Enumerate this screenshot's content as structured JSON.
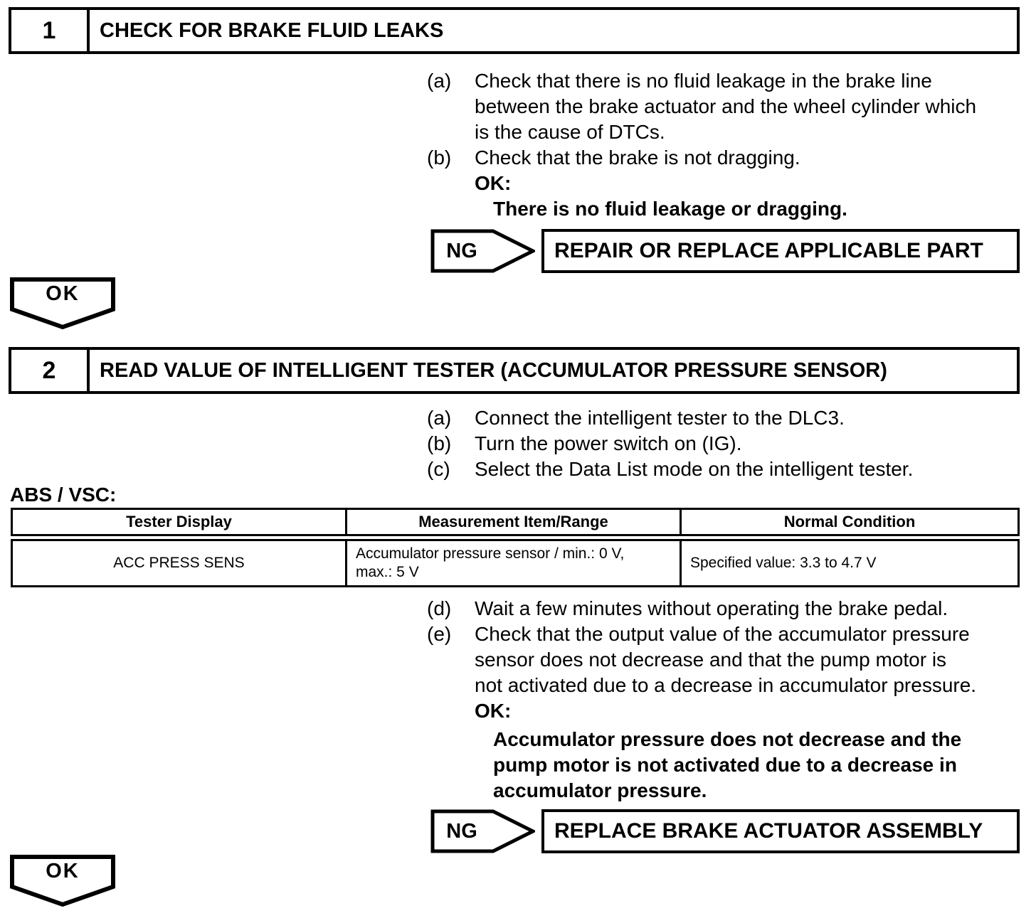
{
  "step1": {
    "number": "1",
    "title": "CHECK FOR BRAKE FLUID LEAKS",
    "items": [
      {
        "marker": "(a)",
        "text": "Check that there is no fluid leakage in the brake line\nbetween the brake actuator and the wheel cylinder which\nis the cause of DTCs."
      },
      {
        "marker": "(b)",
        "text": "Check that the brake is not dragging."
      }
    ],
    "ok_heading": "OK:",
    "ok_condition": "There is no fluid leakage or dragging.",
    "ng": {
      "label": "NG",
      "action": "REPAIR OR REPLACE APPLICABLE PART"
    },
    "ok_arrow_label": "OK"
  },
  "step2": {
    "number": "2",
    "title": "READ VALUE OF INTELLIGENT TESTER (ACCUMULATOR PRESSURE SENSOR)",
    "items_pre": [
      {
        "marker": "(a)",
        "text": "Connect the intelligent tester to the DLC3."
      },
      {
        "marker": "(b)",
        "text": "Turn the power switch on (IG)."
      },
      {
        "marker": "(c)",
        "text": "Select the Data List mode on the intelligent tester."
      }
    ],
    "system_label": "ABS / VSC:",
    "table": {
      "headers": [
        "Tester Display",
        "Measurement Item/Range",
        "Normal Condition"
      ],
      "row": {
        "tester_display": "ACC PRESS SENS",
        "measurement": "Accumulator pressure sensor / min.: 0 V,\nmax.: 5 V",
        "normal_condition": "Specified value: 3.3 to 4.7 V"
      }
    },
    "items_post": [
      {
        "marker": "(d)",
        "text": "Wait a few minutes without operating the brake pedal."
      },
      {
        "marker": "(e)",
        "text": "Check that the output value of the accumulator pressure\nsensor does not decrease and that the pump motor is\nnot activated due to a decrease in accumulator pressure."
      }
    ],
    "ok_heading": "OK:",
    "ok_condition": "Accumulator pressure does not decrease and the\npump motor is not activated due to a decrease in\naccumulator pressure.",
    "ng": {
      "label": "NG",
      "action": "REPLACE BRAKE ACTUATOR ASSEMBLY"
    },
    "ok_arrow_label": "OK"
  }
}
